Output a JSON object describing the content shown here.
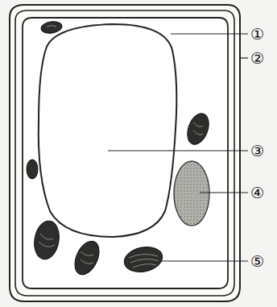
{
  "diagram": {
    "labels": [
      "①",
      "②",
      "③",
      "④",
      "⑤"
    ]
  }
}
